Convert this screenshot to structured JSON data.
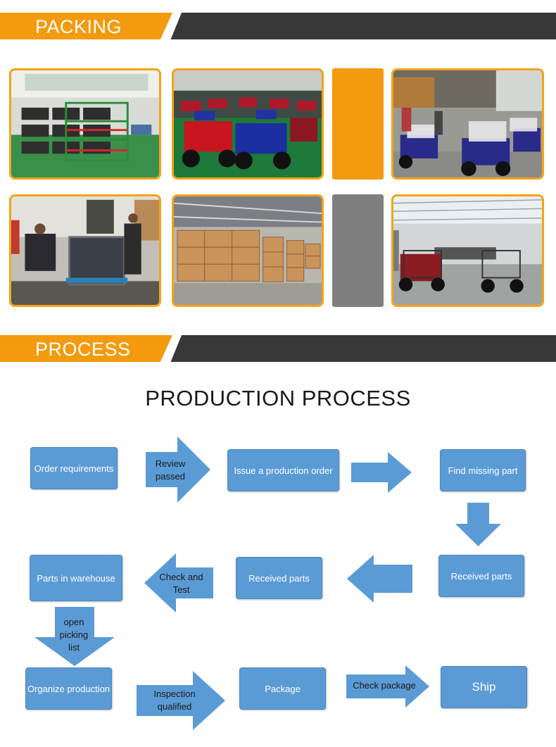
{
  "sections": {
    "packing": "PACKING",
    "process": "PROCESS"
  },
  "process_title": "PRODUCTION PROCESS",
  "photos": [
    "atv-engine-racks",
    "red-blue-atv-rows",
    "workers-unboxing-atvs",
    "workers-packing-crate",
    "stacked-cartons",
    "go-kart-showroom"
  ],
  "colors": {
    "accent_orange": "#f39a0e",
    "dark_bar": "#383838",
    "flow_blue": "#5b9bd5",
    "photo_border": "#f3a417",
    "gray_block": "#7f7f7f"
  },
  "flow": {
    "order_requirements": "Order requirements",
    "review_passed_1": "Review",
    "review_passed_2": "passed",
    "issue_order": "Issue a production order",
    "find_missing": "Find missing part",
    "received_parts_right": "Received parts",
    "received_parts_mid": "Received parts",
    "check_test_1": "Check and",
    "check_test_2": "Test",
    "parts_warehouse": "Parts in warehouse",
    "open_picking_1": "open",
    "open_picking_2": "picking",
    "open_picking_3": "list",
    "organize": "Organize production",
    "inspection_1": "Inspection",
    "inspection_2": "qualified",
    "package": "Package",
    "check_package": "Check package",
    "ship": "Ship"
  }
}
